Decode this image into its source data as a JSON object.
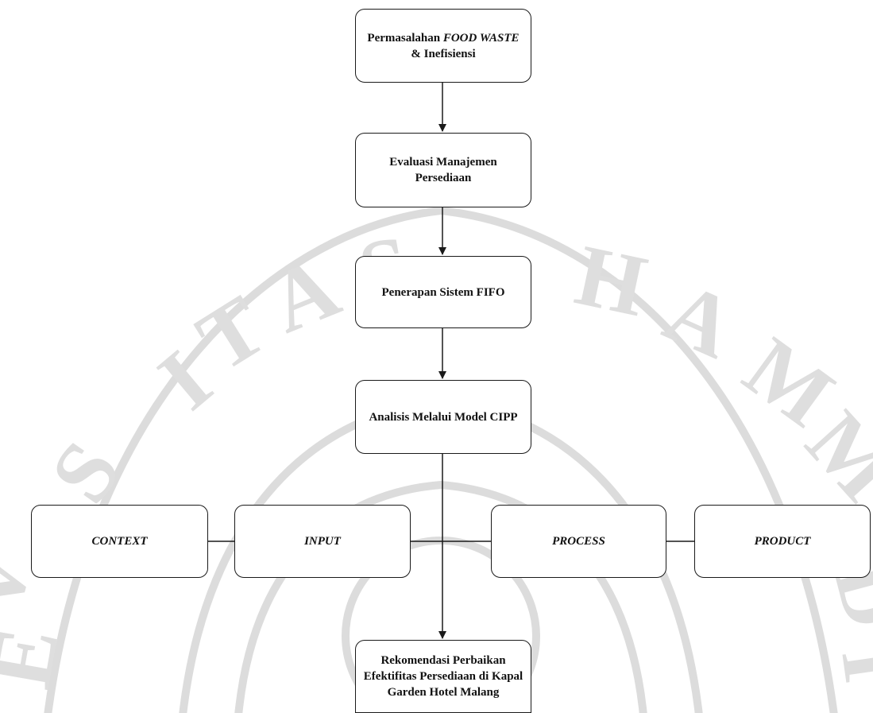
{
  "nodes": {
    "problem": {
      "text_prefix": "Permasalahan ",
      "text_italic": "FOOD WASTE",
      "text_line2": "& Inefisiensi"
    },
    "evaluation": {
      "line1": "Evaluasi Manajemen",
      "line2": "Persediaan"
    },
    "fifo": {
      "text": "Penerapan Sistem FIFO"
    },
    "cipp": {
      "text": "Analisis Melalui Model CIPP"
    },
    "context": {
      "text": "CONTEXT"
    },
    "input": {
      "text": "INPUT"
    },
    "process": {
      "text": "PROCESS"
    },
    "product": {
      "text": "PRODUCT"
    },
    "recommendation": {
      "line1": "Rekomendasi Perbaikan",
      "line2": "Efektifitas Persediaan di Kapal",
      "line3": "Garden Hotel Malang"
    }
  },
  "watermark": {
    "text": "UNIVERSITAS MUHAMMADIYAH",
    "color": "#d9d9d9"
  },
  "colors": {
    "stroke": "#1a1a1a",
    "background": "#ffffff"
  }
}
